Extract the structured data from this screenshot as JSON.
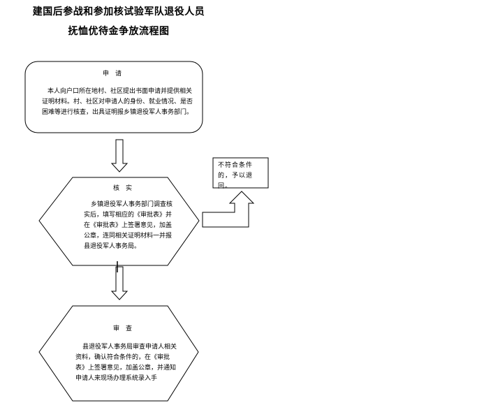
{
  "title": {
    "line1": "建国后参战和参加核试验军队退役人员",
    "line2": "抚恤优待金争放流程图"
  },
  "steps": {
    "apply": {
      "heading": "申请",
      "body": "本人向户口所在地村、社区提出书面申请并提供相关证明材料。村、社区对申请人的身份、就业情况、是否困难等进行核查，出具证明报乡镇退役军人事务部门。"
    },
    "verify": {
      "heading": "核实",
      "body": "乡镇退役军人事务部门调查核实后，填写相应的《审批表》并在《审批表》上签署意见，加盖公章，连同相关证明材料一并报县退役军人事务局。"
    },
    "review": {
      "heading": "审查",
      "body": "县退役军人事务局审查申请人相关资料，确认符合条件的，在《审批表》上签署意见，加盖公章，并通知申请人来现场办理系统录入手"
    },
    "reject": {
      "body": "不符合条件的，予以退回。"
    }
  }
}
